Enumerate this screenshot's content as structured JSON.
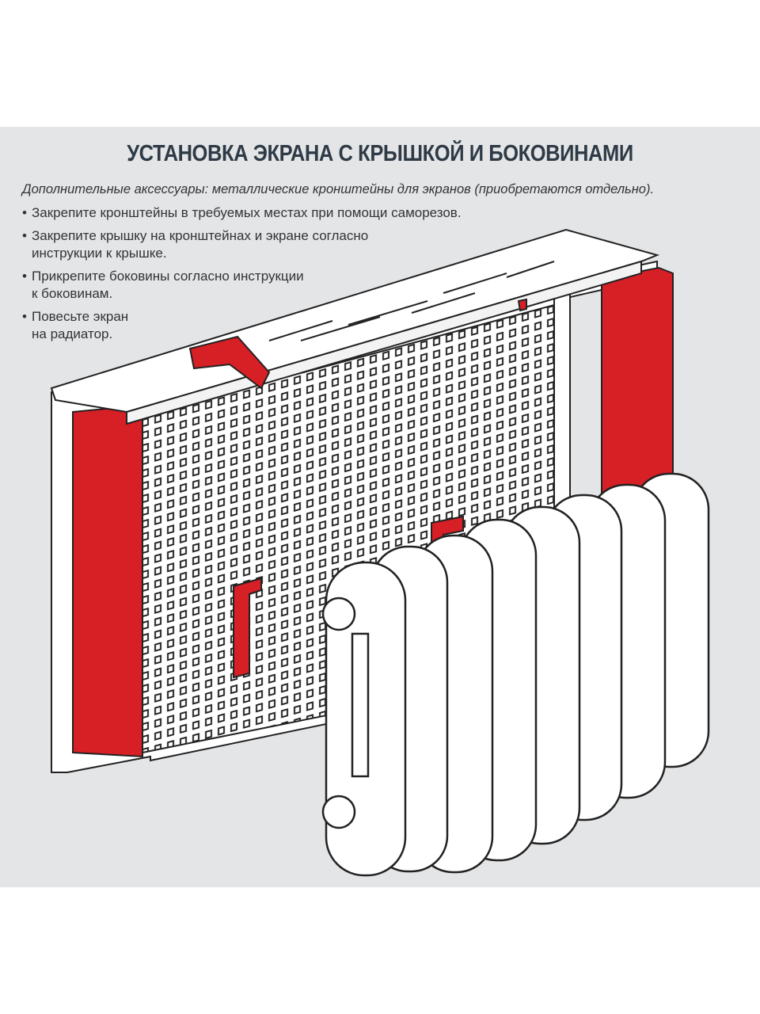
{
  "title": "УСТАНОВКА ЭКРАНА С КРЫШКОЙ И БОКОВИНАМИ",
  "subtitle": "Дополнительные аксессуары: металлические кронштейны для экранов (приобретаются отдельно).",
  "steps": [
    {
      "line1": "Закрепите кронштейны в требуемых местах при помощи саморезов.",
      "line2": ""
    },
    {
      "line1": "Закрепите крышку на кронштейнах и экране согласно",
      "line2": "инструкции к крышке."
    },
    {
      "line1": "Прикрепите боковины согласно инструкции",
      "line2": "к боковинам."
    },
    {
      "line1": "Повесьте экран",
      "line2": "на радиатор."
    }
  ],
  "colors": {
    "background": "#e4e5e7",
    "accent": "#d71f26",
    "title": "#2e3a45"
  }
}
